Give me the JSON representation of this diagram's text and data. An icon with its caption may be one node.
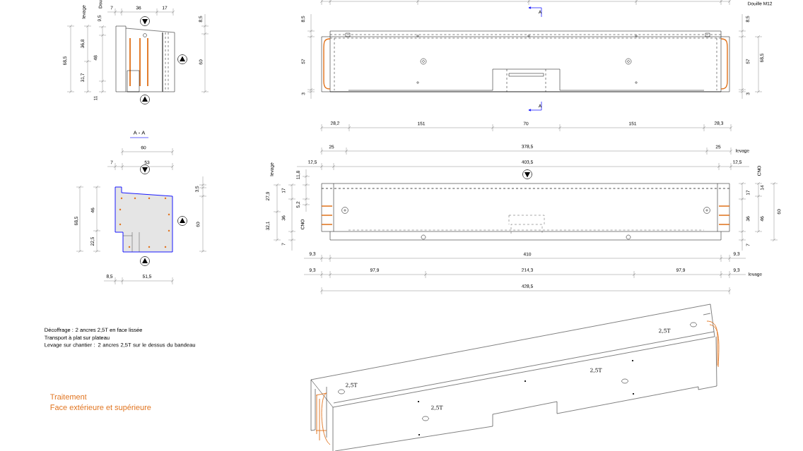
{
  "diagram": {
    "labels": [
      "Dou",
      "levage",
      "7",
      "36",
      "17",
      "9,5",
      "8,5",
      "68,5",
      "36,8",
      "48",
      "31,7",
      "11",
      "60",
      "A - A",
      "60",
      "7",
      "53",
      "3,5",
      "68,5",
      "46",
      "22,5",
      "60",
      "8,5",
      "51,5",
      "Douille M12",
      "A",
      "8,5",
      "8,5",
      "57",
      "57",
      "68,5",
      "3",
      "3",
      "A",
      "28,2",
      "151",
      "70",
      "151",
      "28,3",
      "25",
      "378,5",
      "25",
      "levage",
      "12,5",
      "403,5",
      "12,5",
      "levage",
      "CNO",
      "11,8",
      "27,9",
      "17",
      "17",
      "14",
      "5,2",
      "60",
      "32,1",
      "36",
      "36",
      "46",
      "CNO",
      "7",
      "7",
      "9,3",
      "410",
      "9,3",
      "9,3",
      "97,9",
      "214,3",
      "97,9",
      "9,3",
      "levage",
      "428,5",
      "Décoffrage : 2 ancres 2,5T en face lissée",
      "Transport à plat sur plateau",
      "Levage sur chantier : 2 ancres 2,5T sur le dessus du bandeau",
      "Traitement",
      "Face extérieure et supérieure",
      "2,5T",
      "2,5T",
      "2,5T",
      "2,5T"
    ]
  }
}
